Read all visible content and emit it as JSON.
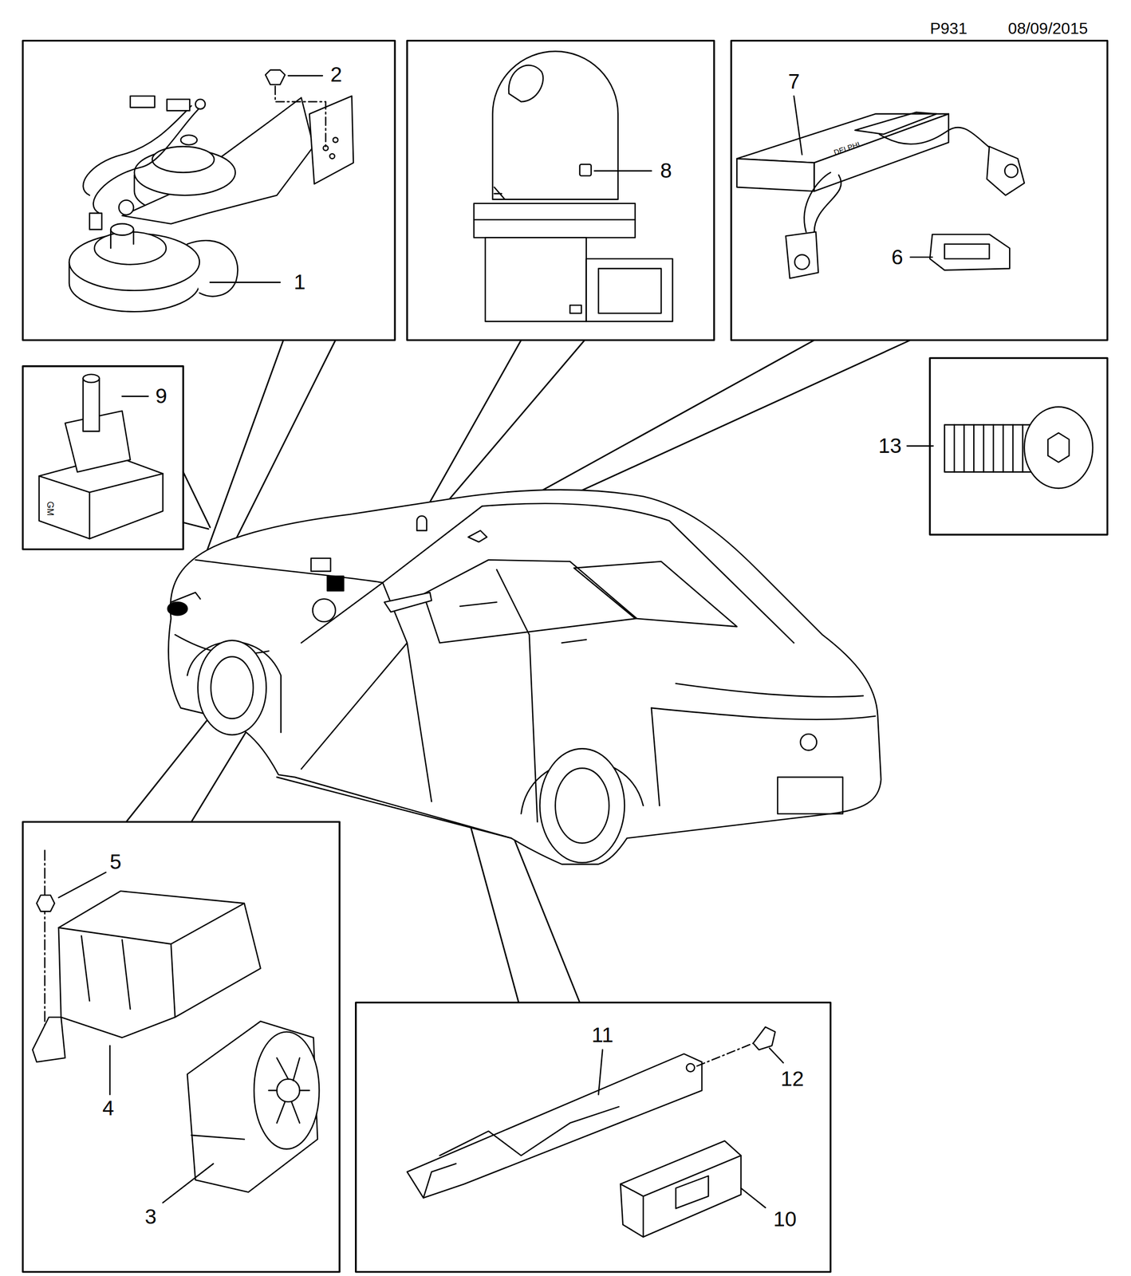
{
  "diagram": {
    "labels": [
      "P931",
      "08/09/2015",
      "2",
      "1",
      "8",
      "7",
      "6",
      "9",
      "13",
      "5",
      "4",
      "3",
      "11",
      "12",
      "10",
      "DELPHI",
      "GM"
    ]
  }
}
